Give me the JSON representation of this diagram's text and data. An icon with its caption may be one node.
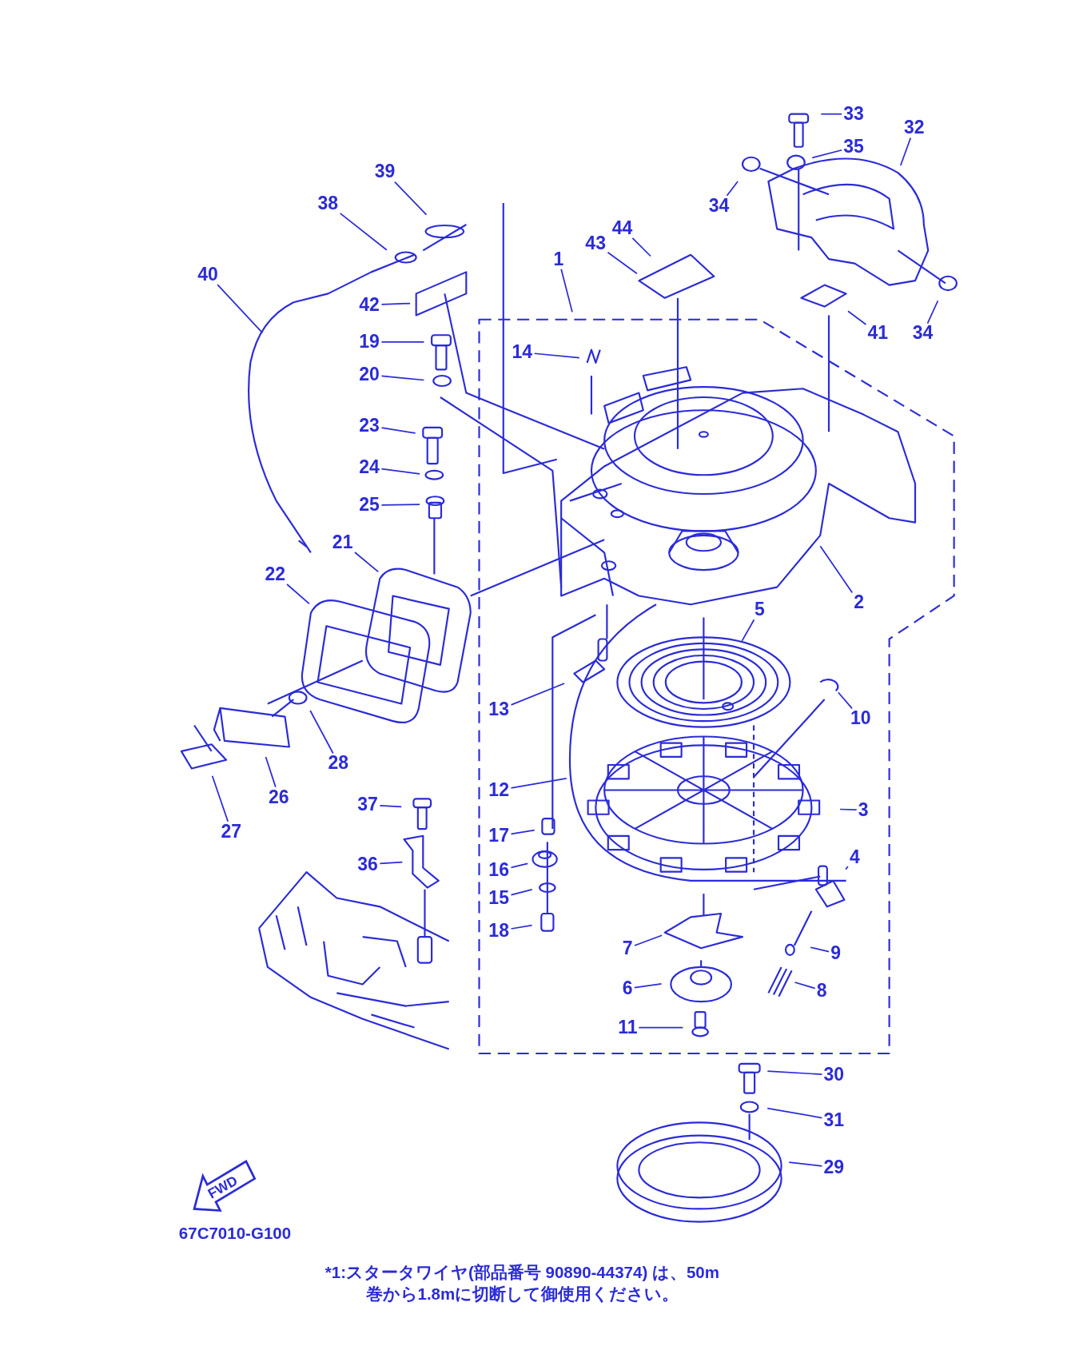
{
  "diagram": {
    "nodes": [
      {
        "text": [
          "33"
        ]
      },
      {
        "text": [
          "39"
        ]
      },
      {
        "text": [
          "32"
        ]
      },
      {
        "text": [
          "35"
        ]
      },
      {
        "text": [
          "38"
        ]
      },
      {
        "text": [
          "34"
        ]
      },
      {
        "text": [
          "44"
        ]
      },
      {
        "text": [
          "43"
        ]
      },
      {
        "text": [
          "1"
        ]
      },
      {
        "text": [
          "40"
        ]
      },
      {
        "text": [
          "42"
        ]
      },
      {
        "text": [
          "41"
        ]
      },
      {
        "text": [
          "34"
        ]
      },
      {
        "text": [
          "19"
        ]
      },
      {
        "text": [
          "14"
        ]
      },
      {
        "text": [
          "20"
        ]
      },
      {
        "text": [
          "23"
        ]
      },
      {
        "text": [
          "24"
        ]
      },
      {
        "text": [
          "25"
        ]
      },
      {
        "text": [
          "21"
        ]
      },
      {
        "text": [
          "22"
        ]
      },
      {
        "text": [
          "2"
        ]
      },
      {
        "text": [
          "5"
        ]
      },
      {
        "text": [
          "13"
        ]
      },
      {
        "text": [
          "10"
        ]
      },
      {
        "text": [
          "28"
        ]
      },
      {
        "text": [
          "26"
        ]
      },
      {
        "text": [
          "12"
        ]
      },
      {
        "text": [
          "37"
        ]
      },
      {
        "text": [
          "3"
        ]
      },
      {
        "text": [
          "27"
        ]
      },
      {
        "text": [
          "17"
        ]
      },
      {
        "text": [
          "4"
        ]
      },
      {
        "text": [
          "36"
        ]
      },
      {
        "text": [
          "16"
        ]
      },
      {
        "text": [
          "15"
        ]
      },
      {
        "text": [
          "18"
        ]
      },
      {
        "text": [
          "7"
        ]
      },
      {
        "text": [
          "9"
        ]
      },
      {
        "text": [
          "6"
        ]
      },
      {
        "text": [
          "8"
        ]
      },
      {
        "text": [
          "11"
        ]
      },
      {
        "text": [
          "30"
        ]
      },
      {
        "text": [
          "31"
        ]
      },
      {
        "text": [
          "29"
        ]
      }
    ],
    "edges": [
      {
        "from": 0,
        "to": null,
        "arrow": "none"
      },
      {
        "from": 1,
        "to": null,
        "arrow": "none"
      },
      {
        "from": 2,
        "to": null,
        "arrow": "none"
      },
      {
        "from": 3,
        "to": null,
        "arrow": "none"
      },
      {
        "from": 4,
        "to": null,
        "arrow": "none"
      },
      {
        "from": 5,
        "to": null,
        "arrow": "none"
      },
      {
        "from": 6,
        "to": null,
        "arrow": "none"
      },
      {
        "from": 7,
        "to": null,
        "arrow": "none"
      },
      {
        "from": 8,
        "to": null,
        "arrow": "none"
      },
      {
        "from": 9,
        "to": null,
        "arrow": "none"
      },
      {
        "from": 10,
        "to": null,
        "arrow": "none"
      },
      {
        "from": 11,
        "to": null,
        "arrow": "none"
      },
      {
        "from": 12,
        "to": null,
        "arrow": "none"
      },
      {
        "from": 13,
        "to": null,
        "arrow": "none"
      },
      {
        "from": 14,
        "to": null,
        "arrow": "none"
      },
      {
        "from": 15,
        "to": null,
        "arrow": "none"
      },
      {
        "from": 16,
        "to": null,
        "arrow": "none"
      },
      {
        "from": 17,
        "to": null,
        "arrow": "none"
      },
      {
        "from": 18,
        "to": null,
        "arrow": "none"
      },
      {
        "from": 19,
        "to": null,
        "arrow": "none"
      },
      {
        "from": 20,
        "to": null,
        "arrow": "none"
      },
      {
        "from": 21,
        "to": null,
        "arrow": "none"
      },
      {
        "from": 22,
        "to": null,
        "arrow": "none"
      },
      {
        "from": 23,
        "to": null,
        "arrow": "none"
      },
      {
        "from": 24,
        "to": null,
        "arrow": "none"
      },
      {
        "from": 25,
        "to": null,
        "arrow": "none"
      },
      {
        "from": 26,
        "to": null,
        "arrow": "none"
      },
      {
        "from": 27,
        "to": null,
        "arrow": "none"
      },
      {
        "from": 28,
        "to": null,
        "arrow": "none"
      },
      {
        "from": 29,
        "to": null,
        "arrow": "none"
      },
      {
        "from": 30,
        "to": null,
        "arrow": "none"
      },
      {
        "from": 31,
        "to": null,
        "arrow": "none"
      },
      {
        "from": 32,
        "to": null,
        "arrow": "none"
      },
      {
        "from": 33,
        "to": null,
        "arrow": "none"
      },
      {
        "from": 34,
        "to": null,
        "arrow": "none"
      },
      {
        "from": 35,
        "to": null,
        "arrow": "none"
      },
      {
        "from": 36,
        "to": null,
        "arrow": "none"
      },
      {
        "from": 37,
        "to": null,
        "arrow": "none"
      },
      {
        "from": 38,
        "to": null,
        "arrow": "none"
      },
      {
        "from": 39,
        "to": null,
        "arrow": "none"
      },
      {
        "from": 40,
        "to": null,
        "arrow": "none"
      },
      {
        "from": 41,
        "to": null,
        "arrow": "none"
      },
      {
        "from": 42,
        "to": null,
        "arrow": "none"
      },
      {
        "from": 43,
        "to": null,
        "arrow": "none"
      },
      {
        "from": 44,
        "to": null,
        "arrow": "none"
      }
    ],
    "labels": [
      "FWD",
      "67C7010-G100",
      "*1:スタータワイヤ(部品番号 90890-44374) は、50m巻から1.8mに切断して御使用ください。"
    ]
  }
}
